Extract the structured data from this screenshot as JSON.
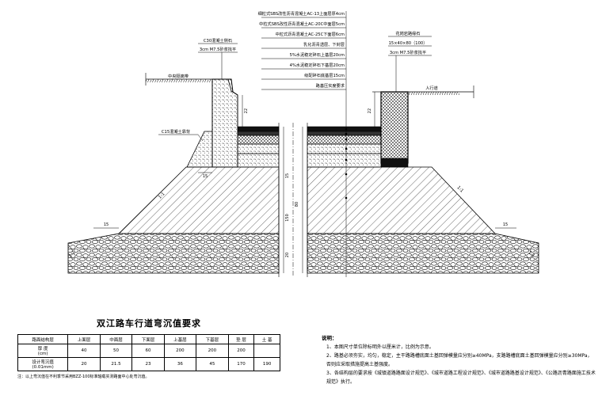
{
  "drawing": {
    "layer_labels": [
      "细粒式SBS改性沥青混凝土AC-13上面层厚4cm",
      "中粒式SBS改性沥青混凝土AC-20C中面层5cm",
      "中粒式沥青混凝土AC-25C下面层6cm",
      "乳化沥青透层、下封层",
      "5%水泥稳定碎石上基层20cm",
      "4%水泥稳定碎石下基层20cm",
      "级配碎石底基层15cm",
      "路基压实度要求"
    ],
    "left": {
      "curb_label_1": "C30混凝土侧石",
      "curb_label_2": "3cm M7.5砂浆找平",
      "median_label": "中央隔离带",
      "back_label": "C15混凝土靠背",
      "dim_curb_height": "22",
      "dim_curb_width": "15",
      "slope": "1:1",
      "dim_berm": "15",
      "slope_bottom": "1:1"
    },
    "right": {
      "curb_label_1": "花岗岩路缘石",
      "curb_label_2": "15×40×80（100）",
      "curb_label_3": "3cm M7.5砂浆找平",
      "sidewalk_label": "人行道",
      "dim_curb_height": "22",
      "slope": "1:1",
      "dim_berm": "15",
      "slope_bottom": "1:1"
    },
    "center_dims": {
      "total": "80",
      "upper": "15",
      "middle": "150",
      "lower": "20"
    }
  },
  "table": {
    "title": "双江路车行道弯沉值要求",
    "headers": [
      "路面结构层",
      "上面层",
      "中面层",
      "下面层",
      "上基层",
      "下基层",
      "垫 层",
      "土 基"
    ],
    "rows": [
      [
        "厚  度\n(cm)",
        "40",
        "50",
        "60",
        "200",
        "200",
        "200",
        ""
      ],
      [
        "设计弯沉值\n(0.01mm)",
        "20",
        "21.5",
        "23",
        "36",
        "45",
        "170",
        "190"
      ]
    ],
    "note": "注：以上弯沉值在不利季节采用BZZ-100标准轴载实测路面中心处弯沉值。"
  },
  "notes": {
    "heading": "说明：",
    "items": [
      "1、本图尺寸单位除标明外以厘米计，比例为示意。",
      "2、路基必须夯实，均匀，稳定，主干路路槽底面土基回弹模量应分别≥40MPa，支路路槽底面土基回弹模量应分别≥30MPa，否则应采取措施提高土基强度。",
      "3、各结构层的要求按《城镇道路路面设计规范》、《城市道路工程设计规范》、《城市道路路基设计规范》、《公路沥青路面施工技术规范》执行。"
    ]
  }
}
